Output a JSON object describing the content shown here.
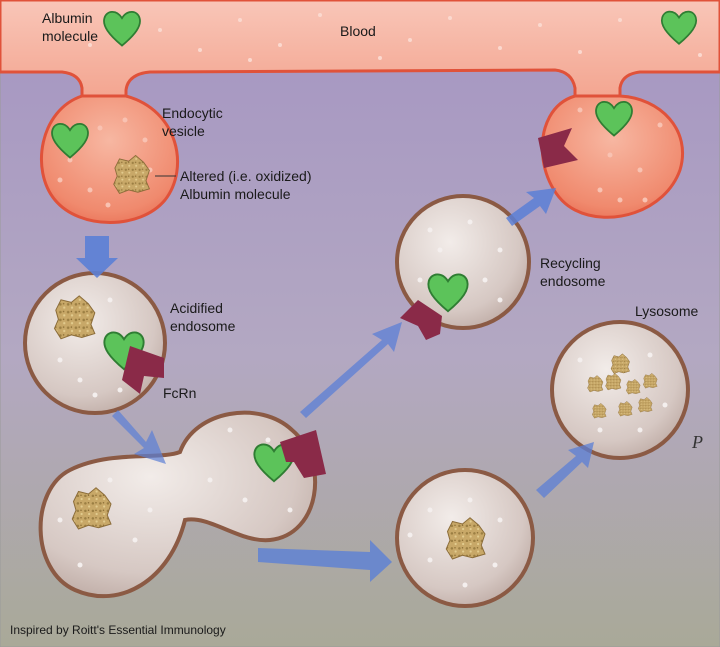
{
  "labels": {
    "albumin_molecule": [
      "Albumin",
      "molecule"
    ],
    "blood": "Blood",
    "endocytic_vesicle": [
      "Endocytic",
      "vesicle"
    ],
    "altered_albumin": [
      "Altered (i.e. oxidized)",
      "Albumin molecule"
    ],
    "acidified_endosome": [
      "Acidified",
      "endosome"
    ],
    "fcrn": "FcRn",
    "recycling_endosome": [
      "Recycling",
      "endosome"
    ],
    "lysosome": "Lysosome",
    "credit": "Inspired by Roitt's Essential Immunology",
    "signature": "P"
  },
  "colors": {
    "blood": "#f4ad9a",
    "blood_edge": "#e0523a",
    "vesicle_fill": "#f08a6e",
    "membrane": "#8b5a44",
    "endosome_fill": "#d8c9c4",
    "albumin": "#5cc35a",
    "fcrn": "#8a2a48",
    "altered": "#c8a868",
    "arrow": "#5b7fd6"
  }
}
